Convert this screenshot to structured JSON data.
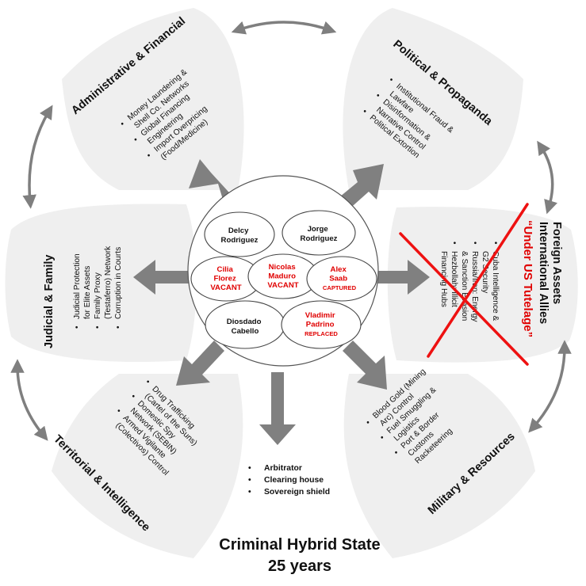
{
  "petals": {
    "admin": {
      "title": "Administrative & Financial",
      "items": [
        "Money Laundering &",
        "Shell Co. Networks",
        "Global Financing",
        "Engineering",
        "Import Overpricing",
        "(Food/Medicine)"
      ]
    },
    "political": {
      "title": "Political & Propaganda",
      "items": [
        "Institutional Fraud &",
        "Lawfare",
        "Disinformation &",
        "Narrative Control",
        "Political Extortion"
      ]
    },
    "judicial": {
      "title": "Judicial & Family",
      "items": [
        "Judicial Protection",
        "for Elite Assets",
        "Family Proxy",
        "(Testaferro) Network",
        "Corruption in Courts"
      ]
    },
    "foreign": {
      "title_line1": "Foreign Assets",
      "title_line2": "International Allies",
      "overlay": "“Under US Tutelage”",
      "items": [
        "Cuba Intelligence &",
        "G2 Security",
        "Russia/Iran: Energy",
        "& Sanction Evasion",
        "Hezbollah: Illicit",
        "Financing Hubs"
      ]
    },
    "territorial": {
      "title": "Territorial & Intelligence",
      "items": [
        "Drug Trafficking",
        "(Cartel of the Suns)",
        "Domestic Spy",
        "Network (SEBIN)",
        "Armed Vigilante",
        "(Colectivos) Control"
      ]
    },
    "military": {
      "title": "Military & Resources",
      "items": [
        "Blood Gold (Mining",
        "Arc) Control",
        "Fuel Smuggling &",
        "Logistics",
        "Port & Border",
        "Customs",
        "Racketeering"
      ]
    }
  },
  "core": {
    "delcy": [
      "Delcy",
      "Rodriguez"
    ],
    "jorge": [
      "Jorge",
      "Rodriguez"
    ],
    "cilia": [
      "Cilia",
      "Florez",
      "VACANT"
    ],
    "nicolas": [
      "Nicolas",
      "Maduro",
      "VACANT"
    ],
    "alex": [
      "Alex",
      "Saab",
      "CAPTURED"
    ],
    "diosdado": [
      "Diosdado",
      "Cabello"
    ],
    "vladimir": [
      "Vladimir",
      "Padrino",
      "REPLACED"
    ]
  },
  "roles": [
    "Arbitrator",
    "Clearing house",
    "Sovereign shield"
  ],
  "footer": {
    "line1": "Criminal Hybrid State",
    "line2": "25 years"
  },
  "colors": {
    "petal": "#efefef",
    "arrow": "#808080",
    "vacant_red": "#e00000",
    "cross_red": "#ee1111",
    "cycle_arrow": "#7f7f7f"
  }
}
